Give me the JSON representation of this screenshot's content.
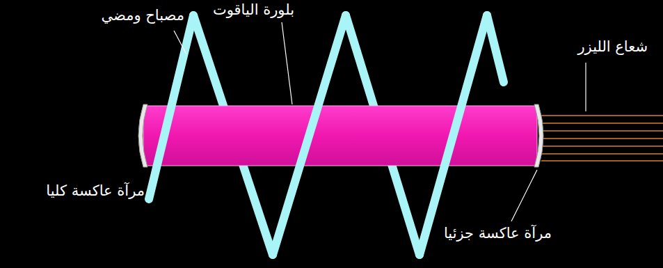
{
  "diagram": {
    "labels": [
      "مصباح ومضي",
      "بلورة الياقوت",
      "شعاع الليزر",
      "مرآة عاكسة كليا",
      "مرآة عاكسة جزئيا"
    ]
  }
}
